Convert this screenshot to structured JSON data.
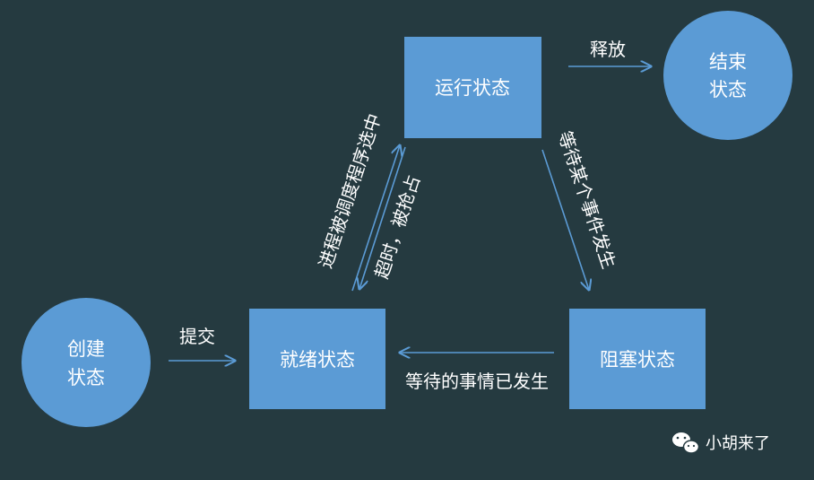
{
  "nodes": {
    "create": {
      "line1": "创建",
      "line2": "状态"
    },
    "ready": {
      "label": "就绪状态"
    },
    "running": {
      "label": "运行状态"
    },
    "blocked": {
      "label": "阻塞状态"
    },
    "end": {
      "line1": "结束",
      "line2": "状态"
    }
  },
  "edges": {
    "submit": "提交",
    "release": "释放",
    "dispatch": "进程被调度程序选中",
    "timeout": "超时，被抢占",
    "wait_event": "等待某个事件发生",
    "event_occurred": "等待的事情已发生"
  },
  "watermark": {
    "text": "小胡来了",
    "icon": "wechat-icon"
  },
  "colors": {
    "background": "#253a40",
    "node_fill": "#5b9bd5",
    "arrow": "#5b9bd5",
    "text": "#ffffff"
  }
}
